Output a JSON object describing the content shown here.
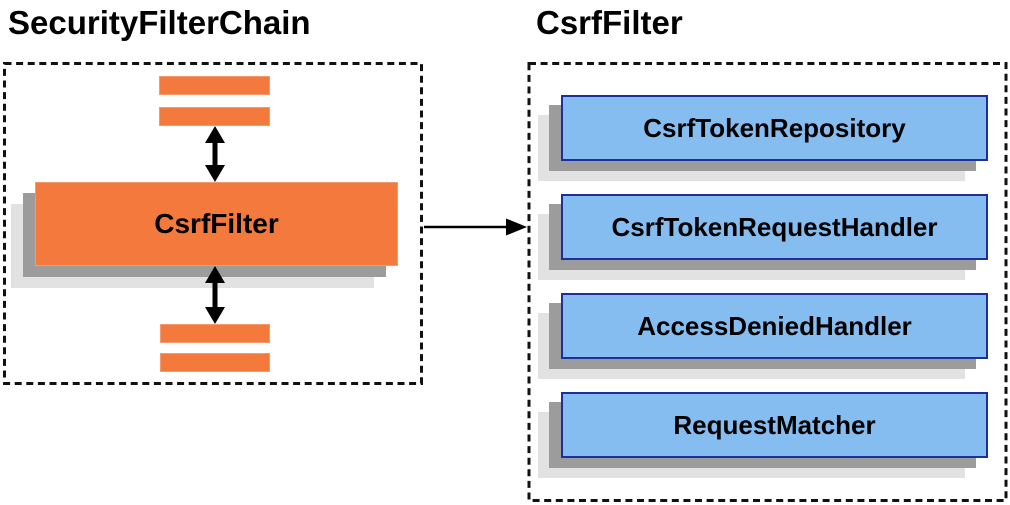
{
  "left_panel": {
    "title": "SecurityFilterChain",
    "filter_label": "CsrfFilter"
  },
  "right_panel": {
    "title": "CsrfFilter",
    "components": [
      "CsrfTokenRepository",
      "CsrfTokenRequestHandler",
      "AccessDeniedHandler",
      "RequestMatcher"
    ]
  },
  "colors": {
    "orange_fill": "#f4793c",
    "orange_border": "#f29a6d",
    "blue_fill": "#85bdf0",
    "blue_border": "#1d2f9c",
    "shadow_dark": "#9c9c9c",
    "shadow_light": "#e2e2e2",
    "arrow_black": "#000000",
    "dashed_border": "#111111",
    "text_black": "#000000",
    "background": "#ffffff"
  }
}
